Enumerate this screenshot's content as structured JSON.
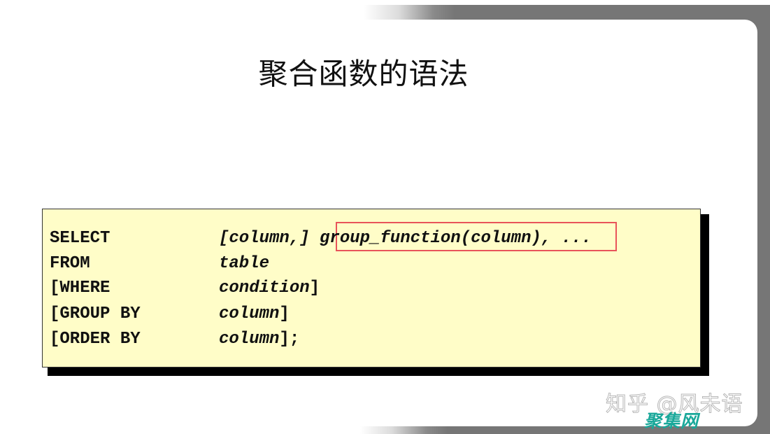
{
  "slide": {
    "title": "聚合函数的语法",
    "colors": {
      "frame_gray": "#767676",
      "code_background": "#fffdc8",
      "code_shadow": "#000000",
      "highlight_border": "#e8545a",
      "watermark_green": "#1aa89a"
    }
  },
  "code": {
    "lines": [
      {
        "keyword": "SELECT",
        "pre": "[column,] ",
        "highlight": "group_function(column)",
        "post": ", ..."
      },
      {
        "keyword": "FROM",
        "arg": "table"
      },
      {
        "keyword": "[WHERE",
        "arg": "condition",
        "suffix": "]"
      },
      {
        "keyword": "[GROUP BY",
        "arg": "column",
        "suffix": "]"
      },
      {
        "keyword": "[ORDER BY",
        "arg": "column",
        "suffix": "];"
      }
    ]
  },
  "watermarks": {
    "zhihu": "知乎 @风未语",
    "site": "聚集网"
  }
}
